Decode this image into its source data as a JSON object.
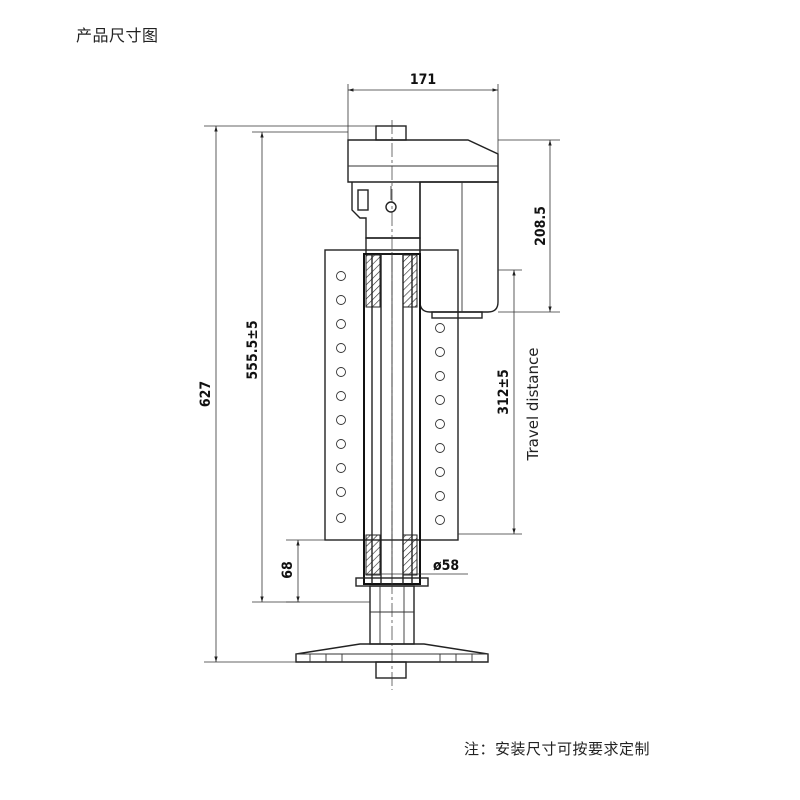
{
  "title": "产品尺寸图",
  "footnote": "注：安装尺寸可按要求定制",
  "dimensions": {
    "top_width": "171",
    "motor_height": "208.5",
    "total_height": "627",
    "mount_height": "555.5±5",
    "travel": "312±5",
    "travel_label": "Travel distance",
    "bottom_offset": "68",
    "tube_diameter": "ø58"
  }
}
